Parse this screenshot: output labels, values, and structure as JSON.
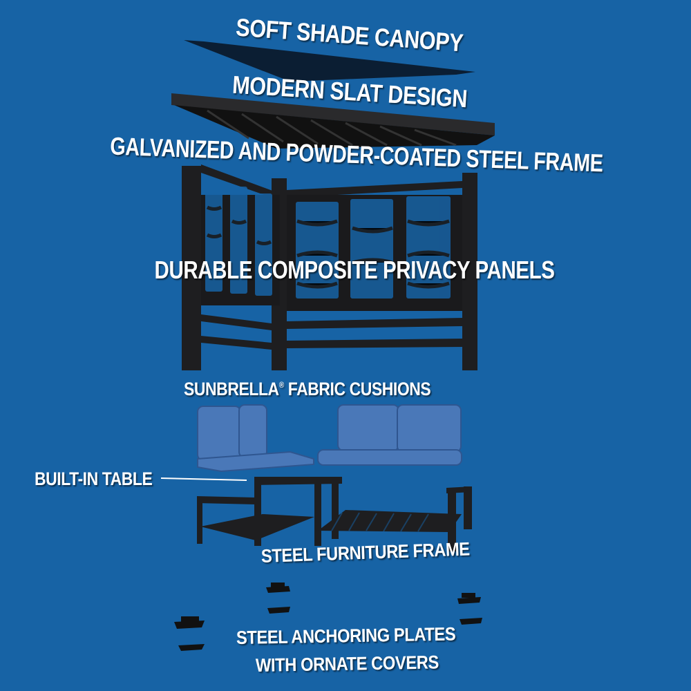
{
  "labels": {
    "canopy": "SOFT SHADE CANOPY",
    "slat": "MODERN SLAT DESIGN",
    "frame": "GALVANIZED AND POWDER-COATED STEEL FRAME",
    "panels": "DURABLE COMPOSITE PRIVACY PANELS",
    "cushions_brand": "SUNBRELLA",
    "cushions_reg": "®",
    "cushions_rest": " FABRIC CUSHIONS",
    "table": "BUILT-IN TABLE",
    "furniture": "STEEL FURNITURE FRAME",
    "anchor_line1": "STEEL ANCHORING PLATES",
    "anchor_line2": "WITH ORNATE COVERS"
  },
  "colors": {
    "background": "#1763a5",
    "metal": "#1e1e20",
    "canopy": "#0b1e33",
    "cushion": "#4a78b8"
  }
}
